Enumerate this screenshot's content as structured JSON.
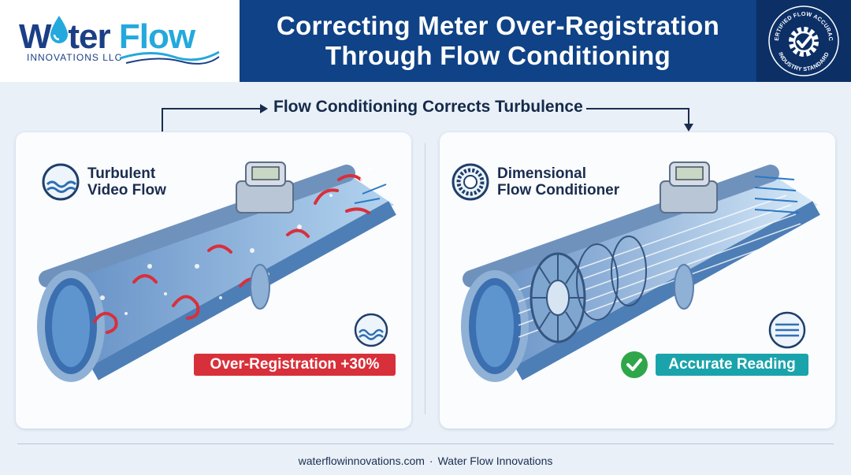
{
  "brand": {
    "name_part1": "W",
    "name_part2": "ter",
    "name_part3": "Flow",
    "subtitle": "INNOVATIONS LLC",
    "colors": {
      "navy": "#1b3f86",
      "sky": "#24a9dd"
    }
  },
  "header": {
    "title_line1": "Correcting Meter Over-Registration",
    "title_line2": "Through Flow Conditioning",
    "background": "#0f4286"
  },
  "badge": {
    "text_top": "CERTIFIED FLOW ACCURACY",
    "text_bottom": "INDUSTRY STANDARD",
    "icon": "check-gear-icon"
  },
  "flow_title": "Flow Conditioning Corrects Turbulence",
  "panels": {
    "left": {
      "title_line1": "Turbulent",
      "title_line2": "Video Flow",
      "status": "Over-Registration +30%",
      "status_color": "#d8303a",
      "icon": "turbulent-water-icon"
    },
    "right": {
      "title_line1": "Dimensional",
      "title_line2": "Flow Conditioner",
      "status": "Accurate Reading",
      "status_color": "#1aa3ab",
      "icon": "flow-conditioner-icon"
    }
  },
  "footer": {
    "site": "waterflowinnovations.com",
    "separator": "·",
    "company": "Water Flow Innovations"
  }
}
